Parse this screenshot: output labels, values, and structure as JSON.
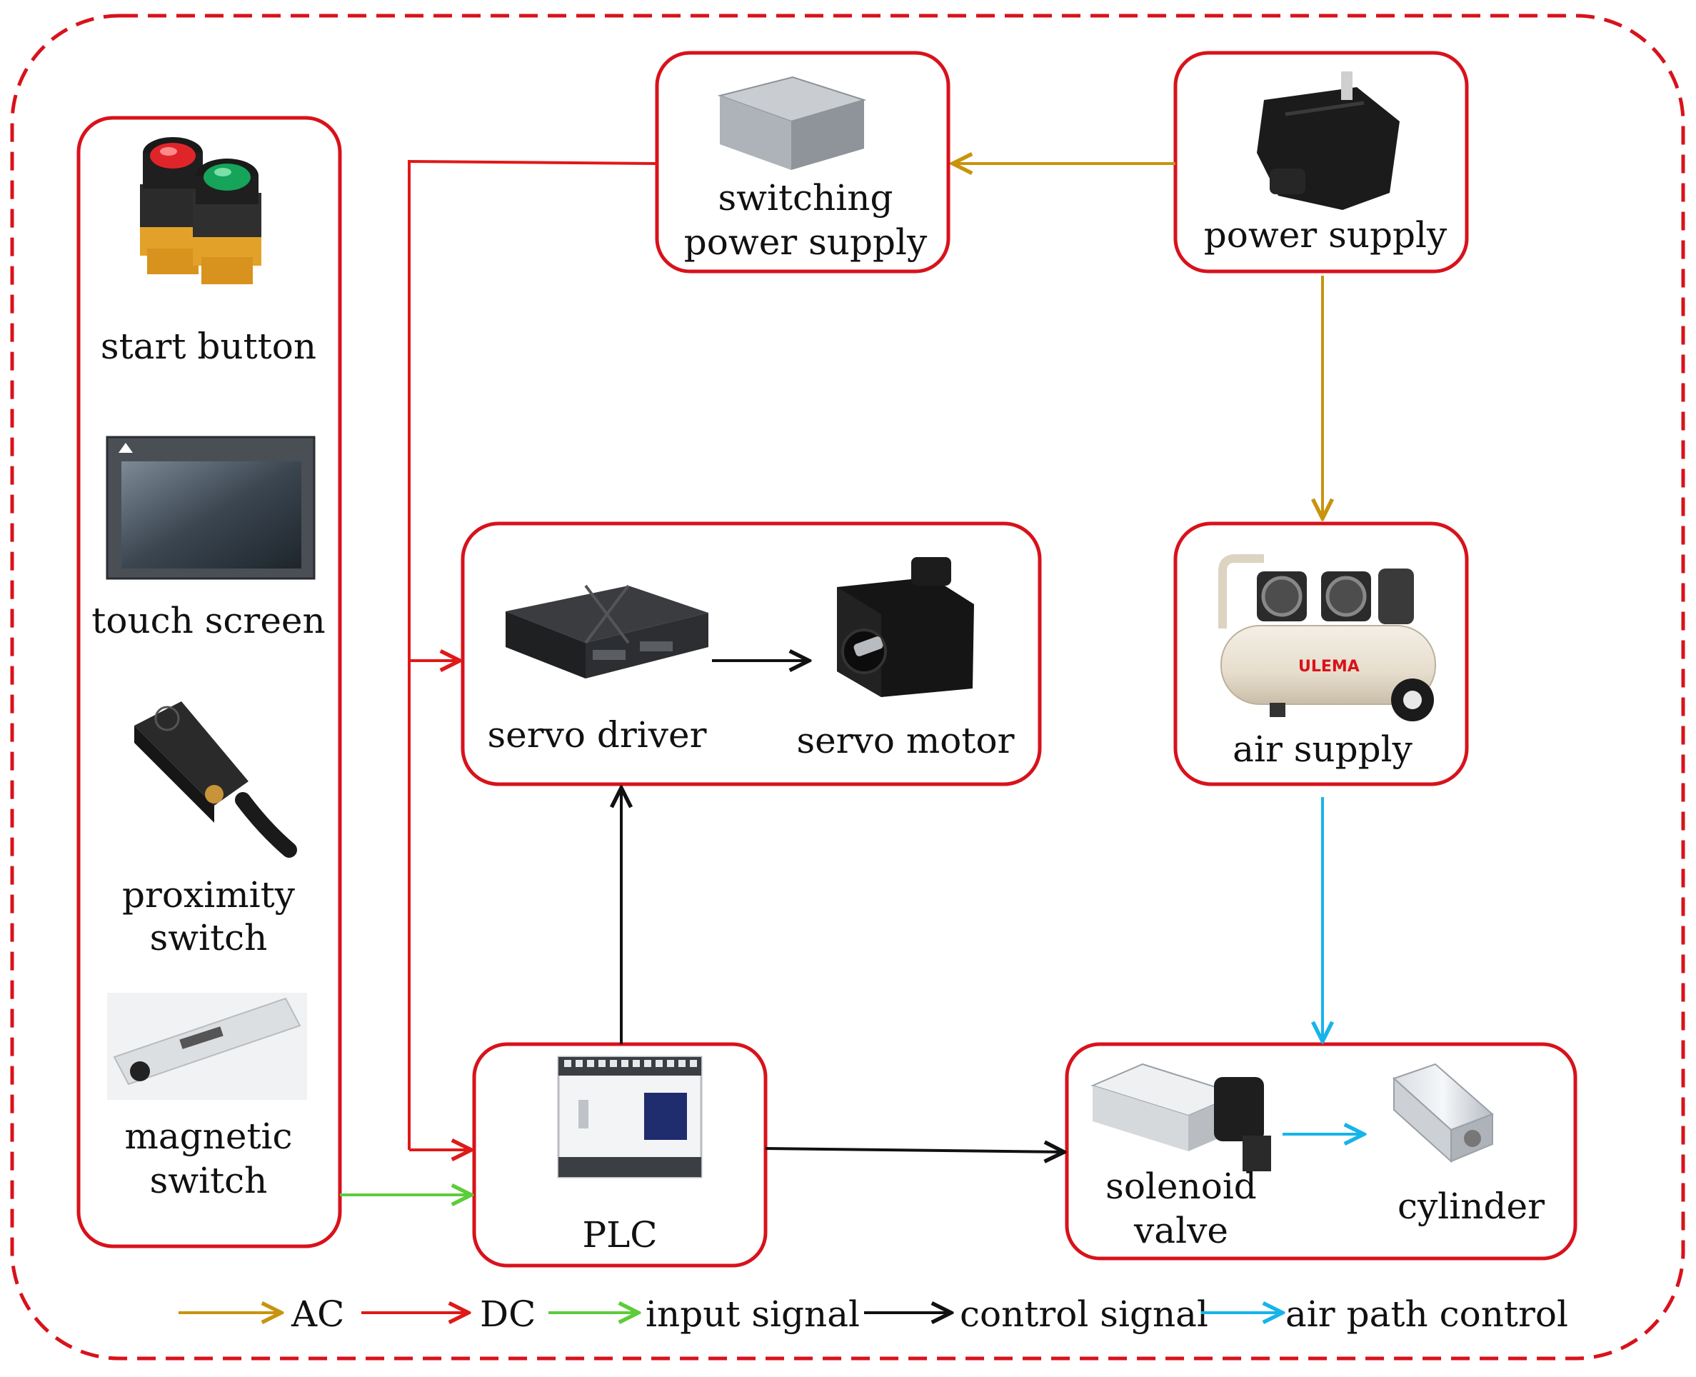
{
  "colors": {
    "ac": "#c8930e",
    "dc": "#e01818",
    "input": "#5ccc3a",
    "control": "#111111",
    "air": "#16b4ea",
    "frame": "#d8121b"
  },
  "components": {
    "start_button": "start button",
    "touch_screen": "touch screen",
    "proximity_switch": [
      "proximity",
      "switch"
    ],
    "magnetic_switch": [
      "magnetic",
      "switch"
    ],
    "switching_power_supply": [
      "switching",
      "power supply"
    ],
    "power_supply": "power supply",
    "servo_driver": "servo driver",
    "servo_motor": "servo motor",
    "air_supply": "air supply",
    "plc": "PLC",
    "solenoid_valve": [
      "solenoid",
      "valve"
    ],
    "cylinder": "cylinder"
  },
  "image_text": {
    "compressor_brand": "ULEMA"
  },
  "legend": {
    "ac": "AC",
    "dc": "DC",
    "input": "input signal",
    "control": "control signal",
    "air": "air path control"
  }
}
